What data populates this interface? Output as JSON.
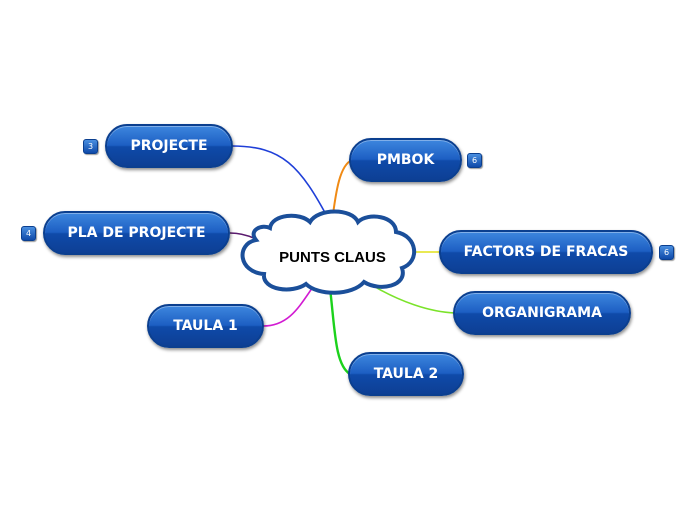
{
  "central_topic": {
    "label": "PUNTS CLAUS"
  },
  "topics": [
    {
      "label": "PROJECTE",
      "badge": "3",
      "connector_color": "#1f3fd8"
    },
    {
      "label": "PLA DE PROJECTE",
      "badge": "4",
      "connector_color": "#5a1a6e"
    },
    {
      "label": "TAULA 1",
      "connector_color": "#d21bd2"
    },
    {
      "label": "PMBOK",
      "badge": "6",
      "connector_color": "#f08a14"
    },
    {
      "label": "FACTORS DE FRACAS",
      "badge": "6",
      "connector_color": "#e2e21a"
    },
    {
      "label": "ORGANIGRAMA",
      "connector_color": "#7be32a"
    },
    {
      "label": "TAULA 2",
      "connector_color": "#1cd21c"
    }
  ]
}
